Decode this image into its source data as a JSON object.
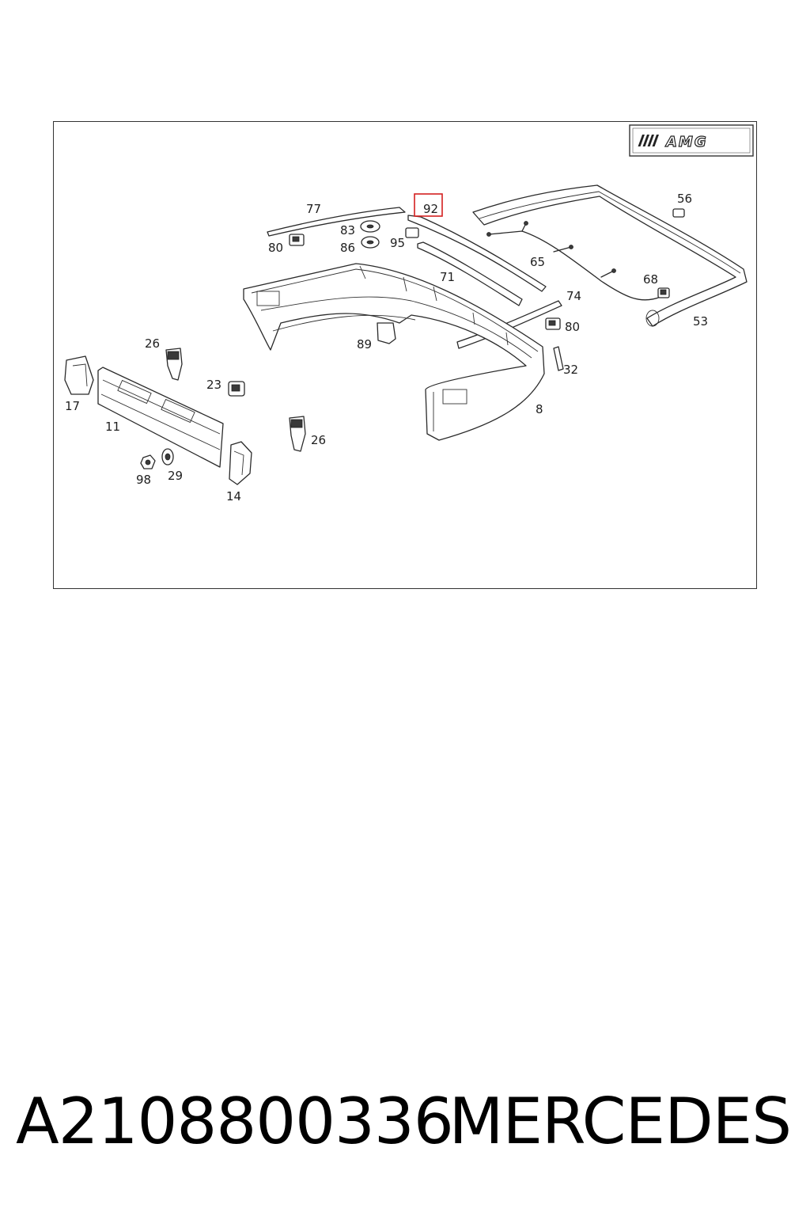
{
  "diagram": {
    "logo_text": "AMG",
    "highlight_color": "#d42020",
    "callouts": {
      "c77": "77",
      "c92": "92",
      "c56": "56",
      "c83": "83",
      "c80a": "80",
      "c86": "86",
      "c95": "95",
      "c65": "65",
      "c71": "71",
      "c68": "68",
      "c74": "74",
      "c80b": "80",
      "c53": "53",
      "c26a": "26",
      "c89": "89",
      "c32": "32",
      "c17": "17",
      "c23": "23",
      "c8": "8",
      "c11": "11",
      "c26b": "26",
      "c98": "98",
      "c29": "29",
      "c14": "14"
    }
  },
  "footer": {
    "part_number": "A2108800336",
    "brand": "MERCEDES"
  }
}
